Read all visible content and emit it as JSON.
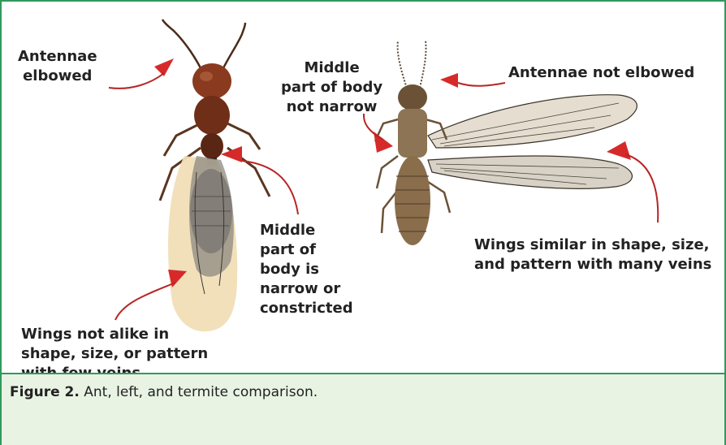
{
  "labels": {
    "ant_antennae": [
      "Antennae",
      "elbowed"
    ],
    "ant_middle": [
      "Middle",
      "part of",
      "body is",
      "narrow or",
      "constricted"
    ],
    "ant_wings": [
      "Wings not alike in",
      "shape, size, or pattern",
      "with few veins"
    ],
    "termite_middle": [
      "Middle",
      "part of body",
      "not narrow"
    ],
    "termite_antennae": [
      "Antennae not elbowed"
    ],
    "termite_wings": [
      "Wings similar in shape, size,",
      "and pattern with many veins"
    ]
  },
  "caption": {
    "label": "Figure 2.",
    "text": "Ant, left, and termite comparison."
  },
  "colors": {
    "border": "#2e9a5c",
    "caption_bg": "#e9f3e4",
    "arrow": "#d62a2a",
    "leader_line": "#b82525"
  }
}
